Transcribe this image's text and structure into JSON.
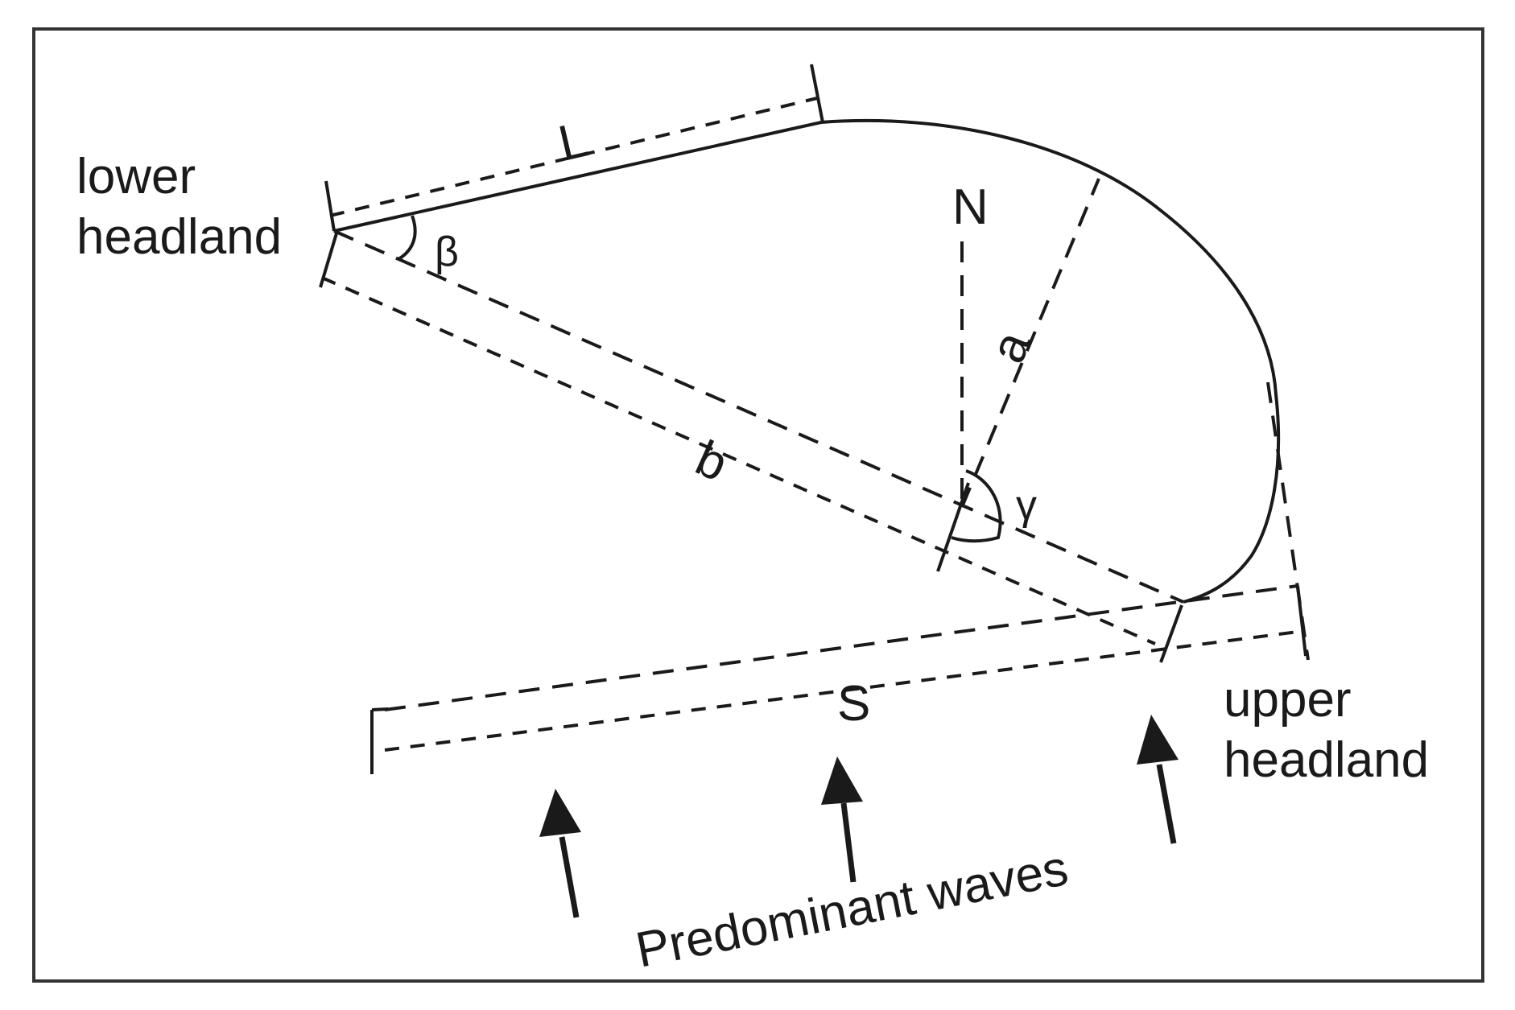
{
  "labels": {
    "lower_headland_line1": "lower",
    "lower_headland_line2": "headland",
    "upper_headland_line1": "upper",
    "upper_headland_line2": "headland",
    "L": "L",
    "N": "N",
    "a": "a",
    "b": "b",
    "S": "S",
    "beta": "β",
    "gamma": "γ",
    "waves": "Predominant waves"
  },
  "colors": {
    "ink": "#1a1a1a",
    "background": "#ffffff"
  }
}
